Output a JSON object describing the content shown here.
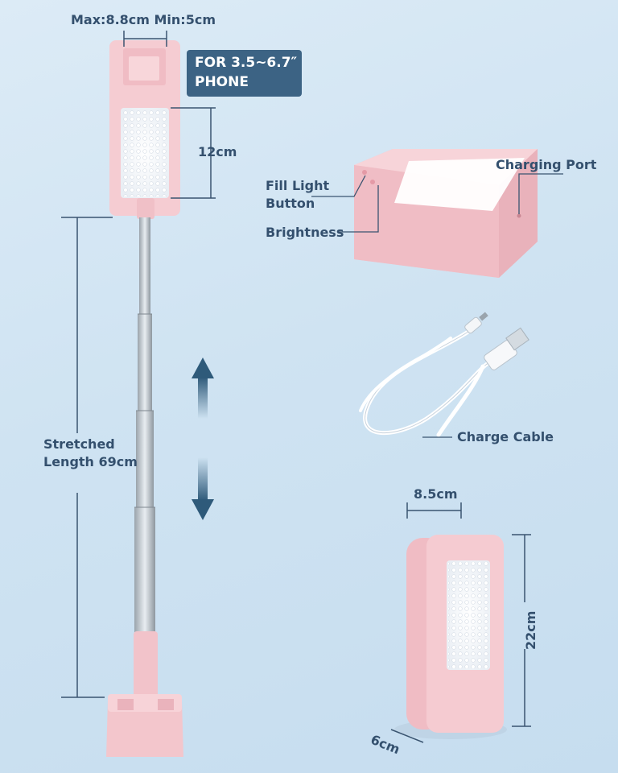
{
  "labels": {
    "phone_width": "Max:8.8cm Min:5cm",
    "phone_badge_line1": "FOR 3.5~6.7″",
    "phone_badge_line2": "PHONE",
    "light_height": "12cm",
    "fill_light_line1": "Fill Light",
    "fill_light_line2": "Button",
    "brightness": "Brightness",
    "charging_port": "Charging Port",
    "stretched_line1": "Stretched",
    "stretched_line2": "Length 69cm",
    "charge_cable": "Charge Cable",
    "box_width": "8.5cm",
    "box_height": "22cm",
    "box_depth": "6cm"
  },
  "colors": {
    "background": "#cfe3f2",
    "product_pink": "#f3c9cf",
    "badge": "#3c6384",
    "text": "#34506e",
    "arrow": "#2e5a7a"
  }
}
